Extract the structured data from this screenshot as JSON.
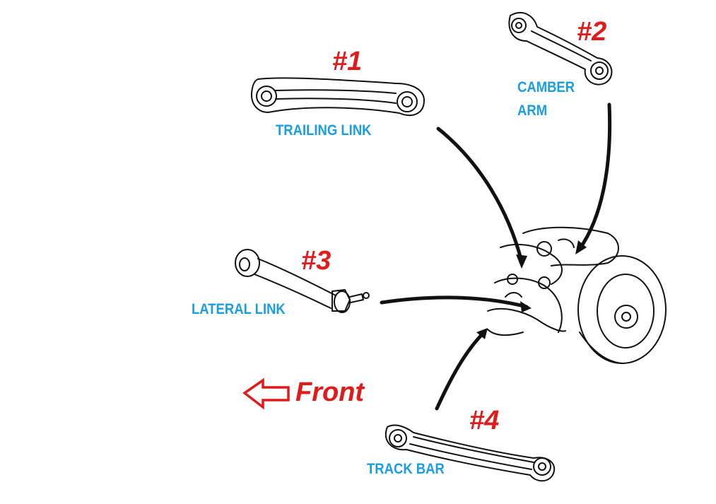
{
  "parts": [
    {
      "number": "#1",
      "label_lines": [
        "TRAILING LINK"
      ]
    },
    {
      "number": "#2",
      "label_lines": [
        "CAMBER",
        "ARM"
      ]
    },
    {
      "number": "#3",
      "label_lines": [
        "LATERAL LINK"
      ]
    },
    {
      "number": "#4",
      "label_lines": [
        "TRACK BAR"
      ]
    }
  ],
  "direction": {
    "label": "Front",
    "icon": "left-arrow-outline-icon"
  },
  "colors": {
    "number": "#e01b1b",
    "label": "#1a9ee0",
    "line_art": "#111111"
  }
}
